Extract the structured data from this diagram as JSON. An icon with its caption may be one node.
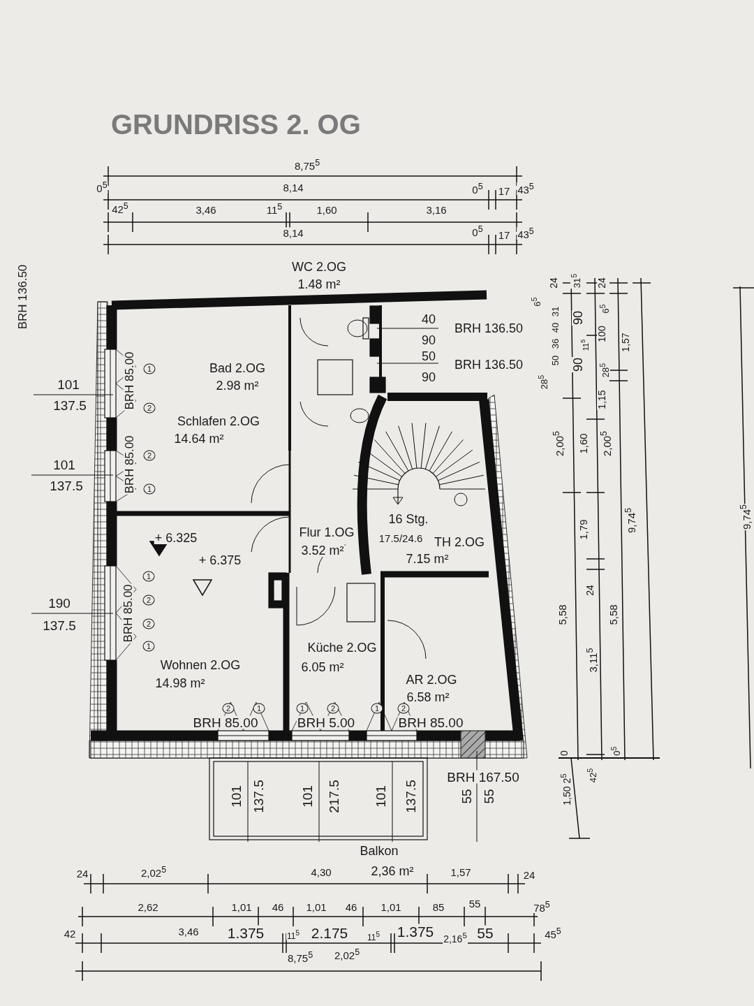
{
  "diagram": {
    "title": "GRUNDRISS 2. OG",
    "labels": [
      "8,75$^{5}$",
      "0$^{5}$",
      "8,14",
      "0$^{5}$",
      "17",
      "43$^{5}$",
      "42$^{5}$",
      "3,46",
      "11$^{5}$",
      "1,60",
      "3,16",
      "8,14",
      "0$^{5}$",
      "17",
      "43$^{5}$",
      "BRH 136.50",
      "WC 2.OG",
      "1.48 m²",
      "40",
      "BRH 136.50",
      "90",
      "50",
      "BRH 136.50",
      "90",
      "24",
      "31$^{5}$",
      "24",
      "6$^{5}$",
      "31",
      "40",
      "36",
      "50",
      "90",
      "11$^{5}$",
      "90",
      "100",
      "6$^{5}$",
      "1,57",
      "28$^{5}$",
      "28$^{5}$",
      "1,15",
      "2,00$^{5}$",
      "1,60",
      "2,00$^{5}$",
      "1,79",
      "9,74$^{5}$",
      "9,74$^{5}$",
      "5,58",
      "24",
      "3,11$^{5}$",
      "5,58",
      "0",
      "0$^{5}$",
      "1,50 2$^{5}$",
      "42$^{5}$",
      "101",
      "137.5",
      "101",
      "137.5",
      "190",
      "137.5",
      "BRH 85.00",
      "1",
      "2",
      "BRH 85.00",
      "2",
      "1",
      "BRH 85.00",
      "1",
      "2",
      "2",
      "1",
      "Bad 2.OG",
      "2.98 m²",
      "Schlafen 2.OG",
      "14.64 m²",
      "+ 6.325",
      "+ 6.375",
      "Flur 1.OG",
      "3.52 m²",
      "16 Stg.",
      "17.5/24.6",
      "TH 2.OG",
      "7.15 m²",
      "Wohnen 2.OG",
      "14.98 m²",
      "Küche 2.OG",
      "6.05 m²",
      "AR 2.OG",
      "6.58 m²",
      "2",
      "1",
      "1",
      "2",
      "1",
      "2",
      "BRH 85.00",
      "BRH 5.00",
      "BRH 85.00",
      "101",
      "137.5",
      "101",
      "217.5",
      "101",
      "137.5",
      "BRH 167.50",
      "55",
      "55",
      "Balkon",
      "2,36 m²",
      "24",
      "2,02$^{5}$",
      "4,30",
      "1,57",
      "24",
      "2,62",
      "1,01",
      "46",
      "1,01",
      "46",
      "1,01",
      "85",
      "55",
      "78$^{5}$",
      "42",
      "3,46",
      "1.375",
      "11$^{5}$",
      "2.175",
      "11$^{5}$",
      "1.375",
      "2,16$^{5}$",
      "55",
      "45$^{5}$",
      "8,75$^{5}$",
      "2,02$^{5}$"
    ]
  }
}
